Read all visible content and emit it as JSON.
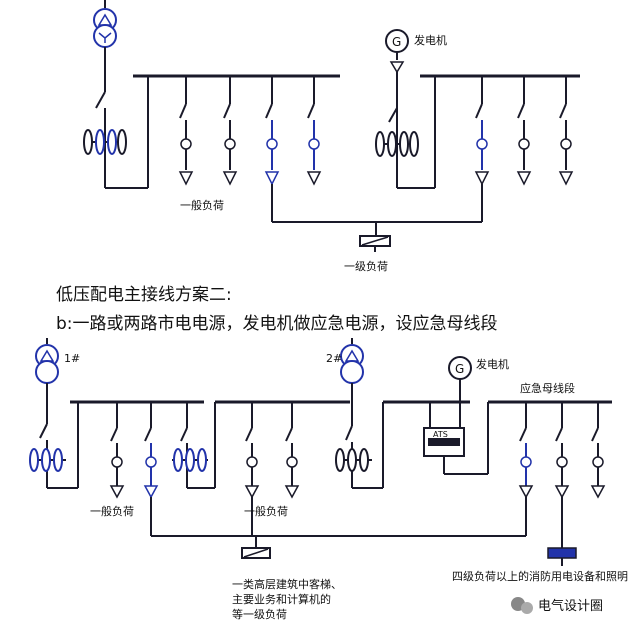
{
  "diagram1": {
    "generator_label": "发电机",
    "general_load_label": "一般负荷",
    "critical_load_label": "一级负荷"
  },
  "heading": {
    "line1": "低压配电主接线方案二:",
    "line2": "b:一路或两路市电电源，发电机做应急电源，设应急母线段"
  },
  "diagram2": {
    "transformer1_label": "1#",
    "transformer2_label": "2#",
    "generator_label": "发电机",
    "emergency_bus_label": "应急母线段",
    "ats_label": "ATS",
    "general_load_left_label": "一般负荷",
    "general_load_right_label": "一般负荷",
    "critical_load_note": [
      "一类高层建筑中客梯、",
      "主要业务和计算机的",
      "等一级负荷"
    ],
    "emergency_load_note": "四级负荷以上的消防用电设备和照明",
    "watermark": "电气设计圈"
  },
  "colors": {
    "line": "#1a1a2a",
    "accent": "#2233aa",
    "background": "#ffffff"
  }
}
